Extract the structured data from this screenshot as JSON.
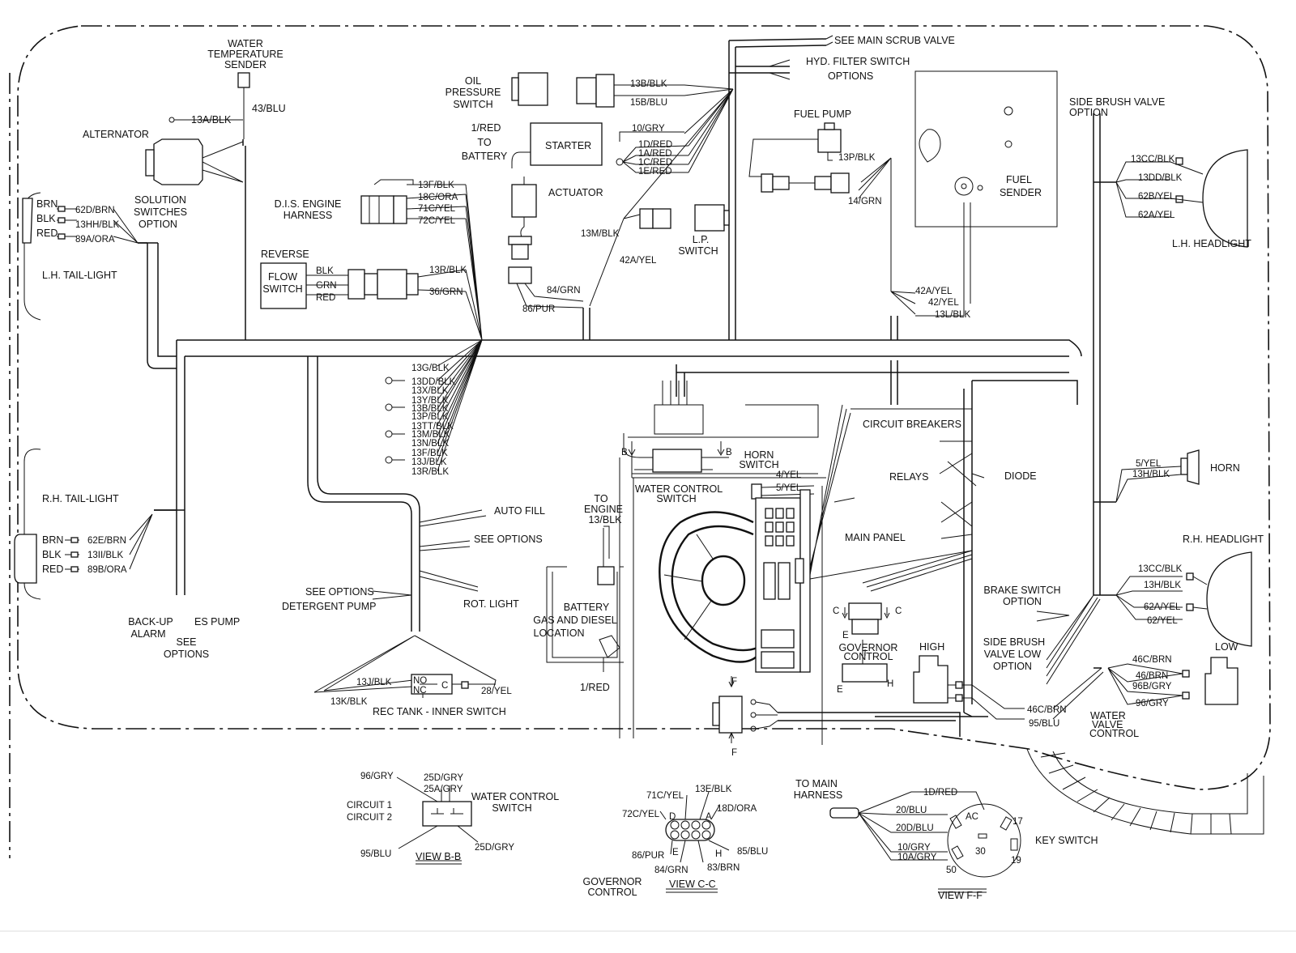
{
  "labels": {
    "water_temp_sender": [
      "WATER",
      "TEMPERATURE",
      "SENDER"
    ],
    "w_43blu": "43/BLU",
    "w_13ablk": "13A/BLK",
    "alternator": "ALTERNATOR",
    "lh_tail_brn": "BRN",
    "lh_tail_blk": "BLK",
    "lh_tail_red": "RED",
    "w_62dbrn": "62D/BRN",
    "w_13hhblk": "13HH/BLK",
    "w_89aora": "89A/ORA",
    "solution_switches": [
      "SOLUTION",
      "SWITCHES",
      "OPTION"
    ],
    "lh_tail_light": "L.H. TAIL-LIGHT",
    "dis_engine_harness": [
      "D.I.S. ENGINE",
      "HARNESS"
    ],
    "w_13fblk": "13F/BLK",
    "w_18cora": "18C/ORA",
    "w_71cyel": "71C/YEL",
    "w_72cyel": "72C/YEL",
    "reverse": "REVERSE",
    "flow_switch": [
      "FLOW",
      "SWITCH"
    ],
    "fs_blk": "BLK",
    "fs_grn": "GRN",
    "fs_red": "RED",
    "w_13rblk": "13R/BLK",
    "w_36grn": "36/GRN",
    "oil_pressure_switch": [
      "OIL",
      "PRESSURE",
      "SWITCH"
    ],
    "w_13bblk": "13B/BLK",
    "w_15bblu": "15B/BLU",
    "to_battery": [
      "1/RED",
      "TO",
      "BATTERY"
    ],
    "starter": "STARTER",
    "w_10gry": "10/GRY",
    "w_1dred": "1D/RED",
    "w_1ared": "1A/RED",
    "w_1cred": "1C/RED",
    "w_1ered": "1E/RED",
    "actuator": "ACTUATOR",
    "w_13mblk": "13M/BLK",
    "w_42ayel": "42A/YEL",
    "lp_switch": [
      "L.P.",
      "SWITCH"
    ],
    "w_84grn": "84/GRN",
    "w_86pur": "86/PUR",
    "see_main_scrub_valve": "SEE MAIN SCRUB VALVE",
    "hyd_filter_switch": "HYD. FILTER SWITCH",
    "options": "OPTIONS",
    "fuel_pump": "FUEL PUMP",
    "w_13pblk": "13P/BLK",
    "w_14grn": "14/GRN",
    "fuel_sender": [
      "FUEL",
      "SENDER"
    ],
    "w_42ayel_b": "42A/YEL",
    "w_42yel": "42/YEL",
    "w_13lblk": "13L/BLK",
    "side_brush_valve": [
      "SIDE BRUSH  VALVE",
      "OPTION"
    ],
    "w_13ccblk": "13CC/BLK",
    "w_13ddblk": "13DD/BLK",
    "w_62byel": "62B/YEL",
    "w_62ayel": "62A/YEL",
    "lh_headlight": "L.H. HEADLIGHT",
    "ground_wires": [
      "13G/BLK",
      "13DD/BLK",
      "13X/BLK",
      "13Y/BLK",
      "13B/BLK",
      "13P/BLK",
      "13TT/BLK",
      "13M/BLK",
      "13N/BLK",
      "13F/BLK",
      "13J/BLK",
      "13R/BLK"
    ],
    "rh_tail_light": "R.H. TAIL-LIGHT",
    "rh_tail_brn": "BRN",
    "rh_tail_blk": "BLK",
    "rh_tail_red": "RED",
    "w_62ebrn": "62E/BRN",
    "w_13iiblk": "13II/BLK",
    "w_89bora": "89B/ORA",
    "back_up_alarm": [
      "BACK-UP",
      "ALARM"
    ],
    "es_pump": "ES PUMP",
    "see_options_es": [
      "SEE",
      "OPTIONS"
    ],
    "auto_fill": "AUTO FILL",
    "see_options_mid": "SEE OPTIONS",
    "see_options_left": "SEE OPTIONS",
    "detergent_pump": "DETERGENT PUMP",
    "rot_light": "ROT. LIGHT",
    "w_13jblk": "13J/BLK",
    "w_13kblk": "13K/BLK",
    "no": "NO",
    "nc": "NC",
    "c": "C",
    "w_28yel": "28/YEL",
    "rec_tank_switch": "REC TANK - INNER SWITCH",
    "to_engine": [
      "TO",
      "ENGINE",
      "13/BLK"
    ],
    "battery_location": [
      "BATTERY",
      "GAS AND DIESEL",
      "LOCATION"
    ],
    "w_1red": "1/RED",
    "water_control_switch": [
      "WATER CONTROL",
      "SWITCH"
    ],
    "horn_switch": [
      "HORN",
      "SWITCH"
    ],
    "w_4yel": "4/YEL",
    "w_5yel": "5/YEL",
    "circuit_breakers": "CIRCUIT BREAKERS",
    "relays": "RELAYS",
    "diode": "DIODE",
    "main_panel": "MAIN PANEL",
    "governor_control": [
      "GOVERNOR",
      "CONTROL"
    ],
    "gov_c_left": "C",
    "gov_c_right": "C",
    "gov_e": "E",
    "gov_e2": "E",
    "gov_h": "H",
    "high": "HIGH",
    "low": "LOW",
    "brake_switch": [
      "BRAKE  SWITCH",
      "OPTION"
    ],
    "side_brush_valve_low": [
      "SIDE BRUSH",
      "VALVE LOW",
      "OPTION"
    ],
    "w_5yel_h": "5/YEL",
    "w_13hblk_h": "13H/BLK",
    "horn": "HORN",
    "rh_headlight": "R.H. HEADLIGHT",
    "w_13ccblk_r": "13CC/BLK",
    "w_13hblk_r": "13H/BLK",
    "w_62ayel_r": "62A/YEL",
    "w_62yel_r": "62/YEL",
    "w_46cbrn": "46C/BRN",
    "w_46brn": "46/BRN",
    "w_96bgry": "96B/GRY",
    "w_96gry": "96/GRY",
    "w_46cbrn_b": "46C/BRN",
    "w_95blu": "95/BLU",
    "water_valve_control": [
      "WATER",
      "VALVE",
      "CONTROL"
    ],
    "b_left": "B",
    "b_right": "B",
    "f_top": "F",
    "f_bottom": "F",
    "view_bb": {
      "w_96gry": "96/GRY",
      "w_25dgry": "25D/GRY",
      "w_25agry": "25A/GRY",
      "circuit1": "CIRCUIT 1",
      "circuit2": "CIRCUIT 2",
      "w_95blu": "95/BLU",
      "w_25dgry_b": "25D/GRY",
      "water_control_switch": [
        "WATER CONTROL",
        "SWITCH"
      ],
      "title": "VIEW B-B"
    },
    "view_cc": {
      "w_71cyel": "71C/YEL",
      "w_13eblk": "13E/BLK",
      "w_18dora": "18D/ORA",
      "w_72cyel": "72C/YEL",
      "d": "D",
      "a": "A",
      "e": "E",
      "h": "H",
      "w_86pur": "86/PUR",
      "w_85blu": "85/BLU",
      "w_84grn": "84/GRN",
      "w_83brn": "83/BRN",
      "governor_control": [
        "GOVERNOR",
        "CONTROL"
      ],
      "title": "VIEW C-C"
    },
    "view_ff": {
      "to_main_harness": [
        "TO MAIN",
        "HARNESS"
      ],
      "w_1dred": "1D/RED",
      "w_20blu": "20/BLU",
      "w_20dblu": "20D/BLU",
      "w_10gry": "10/GRY",
      "w_10agry": "10A/GRY",
      "ac": "AC",
      "n17": "17",
      "n30": "30",
      "n19": "19",
      "n50": "50",
      "key_switch": "KEY SWITCH",
      "title": "VIEW F-F"
    }
  }
}
